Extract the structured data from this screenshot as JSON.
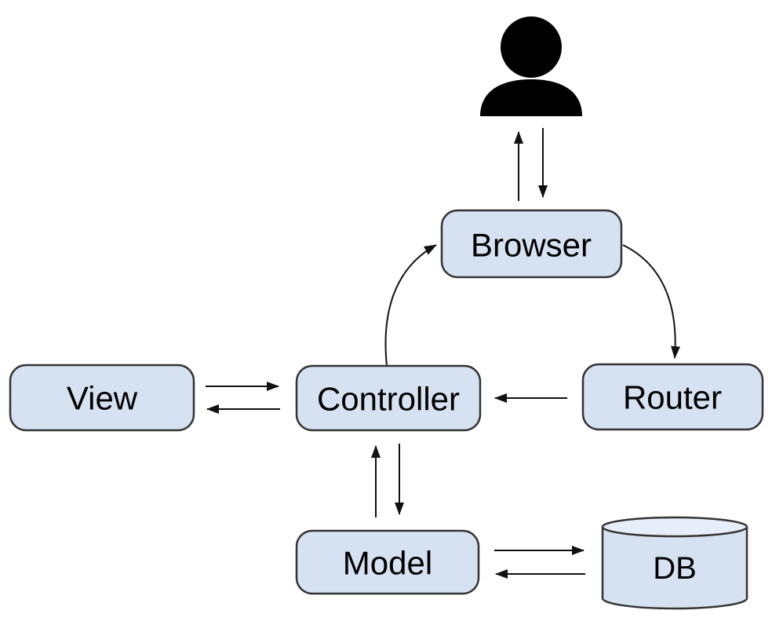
{
  "diagram": {
    "type": "architecture-flowchart",
    "background_color": "#ffffff",
    "nodes": {
      "user": {
        "kind": "person-icon",
        "label": ""
      },
      "browser": {
        "kind": "rounded-box",
        "label": "Browser"
      },
      "view": {
        "kind": "rounded-box",
        "label": "View"
      },
      "controller": {
        "kind": "rounded-box",
        "label": "Controller"
      },
      "router": {
        "kind": "rounded-box",
        "label": "Router"
      },
      "model": {
        "kind": "rounded-box",
        "label": "Model"
      },
      "db": {
        "kind": "database-cylinder",
        "label": "DB"
      }
    },
    "edges": [
      {
        "from": "browser",
        "to": "user",
        "style": "straight-up"
      },
      {
        "from": "user",
        "to": "browser",
        "style": "straight-down"
      },
      {
        "from": "controller",
        "to": "browser",
        "style": "curved"
      },
      {
        "from": "browser",
        "to": "router",
        "style": "curved"
      },
      {
        "from": "router",
        "to": "controller",
        "style": "straight-left"
      },
      {
        "from": "view",
        "to": "controller",
        "style": "straight-right"
      },
      {
        "from": "controller",
        "to": "view",
        "style": "straight-left"
      },
      {
        "from": "controller",
        "to": "model",
        "style": "straight-down"
      },
      {
        "from": "model",
        "to": "controller",
        "style": "straight-up"
      },
      {
        "from": "model",
        "to": "db",
        "style": "straight-right"
      },
      {
        "from": "db",
        "to": "model",
        "style": "straight-left"
      }
    ],
    "colors": {
      "node_fill": "#d6e2f2",
      "node_border": "#333333",
      "cylinder_top_fill": "#e8eef9",
      "arrow": "#111111",
      "text": "#000000",
      "person_icon": "#000000"
    }
  }
}
